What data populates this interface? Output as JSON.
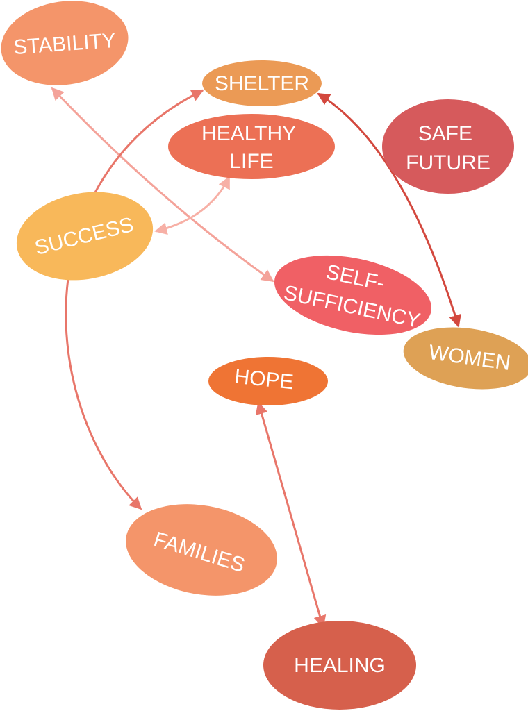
{
  "nodes": {
    "stability": {
      "lines": [
        "STABILITY"
      ],
      "color": "#f4956a"
    },
    "shelter": {
      "lines": [
        "SHELTER"
      ],
      "color": "#eb9a55"
    },
    "healthy_life": {
      "lines": [
        "HEALTHY",
        "LIFE"
      ],
      "color": "#ec7055"
    },
    "safe_future": {
      "lines": [
        "SAFE",
        "FUTURE"
      ],
      "color": "#d65a5c"
    },
    "success": {
      "lines": [
        "SUCCESS"
      ],
      "color": "#f8b85a"
    },
    "self_sufficiency": {
      "lines": [
        "SELF-",
        "SUFFICIENCY"
      ],
      "color": "#f06065"
    },
    "women": {
      "lines": [
        "WOMEN"
      ],
      "color": "#dea155"
    },
    "hope": {
      "lines": [
        "HOPE"
      ],
      "color": "#ef7434"
    },
    "families": {
      "lines": [
        "FAMILIES"
      ],
      "color": "#f4956a"
    },
    "healing": {
      "lines": [
        "HEALING"
      ],
      "color": "#d6604c"
    }
  },
  "edges": [
    {
      "from": "stability",
      "to": "self_sufficiency",
      "color": "#f4a39a"
    },
    {
      "from": "shelter",
      "to": "families",
      "color": "#e8766a"
    },
    {
      "from": "healthy_life",
      "to": "success",
      "color": "#f7b0a6"
    },
    {
      "from": "shelter",
      "to": "women",
      "color": "#d3483e"
    },
    {
      "from": "hope",
      "to": "healing",
      "color": "#e8766a"
    }
  ]
}
